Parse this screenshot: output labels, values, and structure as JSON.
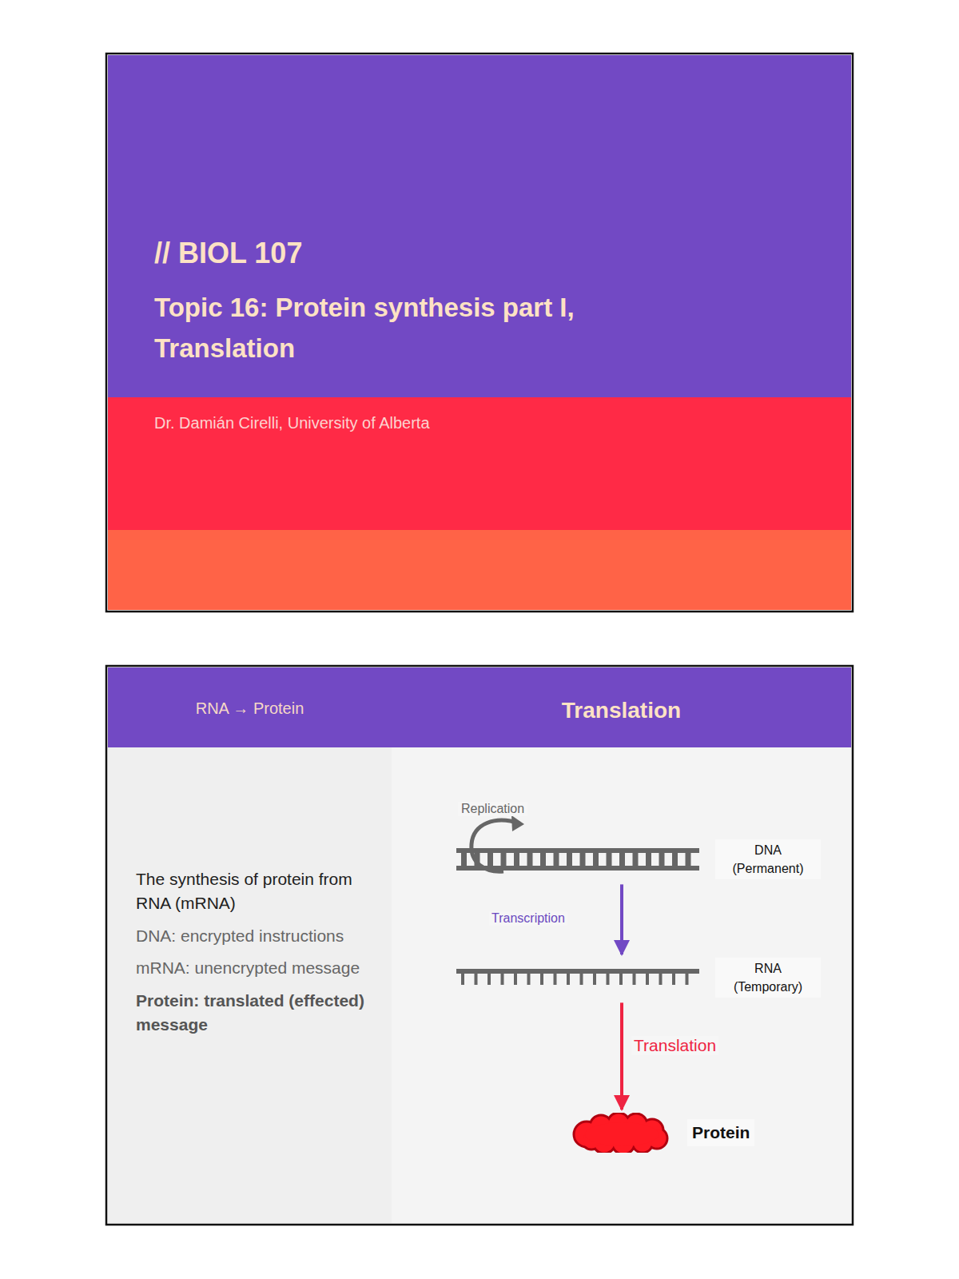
{
  "diagram": {
    "nodes": [
      {
        "text": [
          "// BIOL 107",
          "Topic 16: Protein synthesis part I, Translation"
        ]
      },
      {
        "text": [
          "Dr. Damián Cirelli, University of Alberta"
        ]
      },
      {
        "text": [
          "RNA → Protein",
          "Translation"
        ]
      },
      {
        "text": [
          "The synthesis of protein from RNA (mRNA)",
          "DNA: encrypted instructions",
          "mRNA: unencrypted message",
          "Protein: translated (effected) message"
        ]
      },
      {
        "text": [
          "DNA (Permanent)"
        ]
      },
      {
        "text": [
          "RNA (Temporary)"
        ]
      },
      {
        "text": [
          "Protein"
        ]
      }
    ],
    "edges": [
      {
        "from": 4,
        "to": 5,
        "label": "Transcription",
        "arrow": "to"
      },
      {
        "from": 5,
        "to": 6,
        "label": "Translation",
        "arrow": "to"
      }
    ],
    "labels": [
      "Replication"
    ]
  }
}
